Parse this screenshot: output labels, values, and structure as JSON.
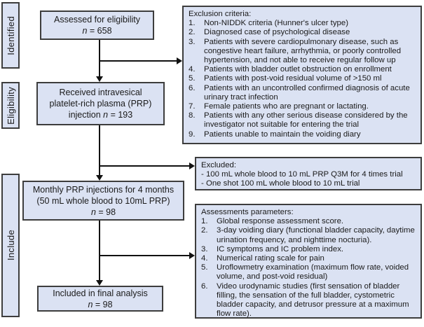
{
  "colors": {
    "background": "#ffffff",
    "box-fill": "#dbe2f3",
    "box-border": "#3d3d3d",
    "line-color": "#111111",
    "text-color": "#1a1a1a"
  },
  "stages": {
    "identified": "Identified",
    "eligibility": "Eligibility",
    "include": "Include"
  },
  "flow": {
    "assessed": {
      "line1": "Assessed for eligibility",
      "n": "n",
      "n_rest": " = 658"
    },
    "received": {
      "line1": "Received intravesical",
      "line2": "platelet-rich plasma (PRP)",
      "line3a": "injection ",
      "n": "n",
      "n_rest": " = 193"
    },
    "monthly": {
      "line1": "Monthly PRP injections for 4 months",
      "line2": "(50 mL whole blood to 10mL PRP)",
      "n": "n",
      "n_rest": " = 98"
    },
    "included": {
      "line1": "Included in final analysis",
      "n": "n",
      "n_rest": " = 98"
    }
  },
  "exclusion": {
    "title": "Exclusion criteria:",
    "items": [
      {
        "num": "1.",
        "text": "Non-NIDDK criteria (Hunner's ulcer type)"
      },
      {
        "num": "2.",
        "text": "Diagnosed case of psychological disease"
      },
      {
        "num": "3.",
        "text": "Patients with severe cardiopulmonary disease, such as congestive heart failure, arrhythmia, or poorly controlled hypertension, and not able to receive regular follow up"
      },
      {
        "num": "4.",
        "text": "Patients with bladder outlet obstruction on enrollment"
      },
      {
        "num": "5.",
        "text": "Patients with post-void residual volume of >150 ml"
      },
      {
        "num": "6.",
        "text": "Patients with an uncontrolled confirmed diagnosis of acute urinary tract infection"
      },
      {
        "num": "7.",
        "text": "Female patients who are pregnant or lactating."
      },
      {
        "num": "8.",
        "text": "Patients with any other serious disease considered by the investigator not suitable for entering the trial"
      },
      {
        "num": "9.",
        "text": "Patients unable to maintain the voiding diary"
      }
    ]
  },
  "excluded": {
    "title": "Excluded:",
    "items": [
      "- 100 mL whole blood to 10 mL PRP Q3M for 4 times trial",
      "- One shot 100 mL whole blood to 10 mL trial"
    ]
  },
  "assessments": {
    "title": "Assessments parameters:",
    "items": [
      {
        "num": "1.",
        "text": "Global response assessment score."
      },
      {
        "num": "2.",
        "text": "3-day voiding diary (functional bladder capacity, daytime urination frequency, and nighttime nocturia)."
      },
      {
        "num": "3.",
        "text": "IC symptoms and IC problem index."
      },
      {
        "num": "4.",
        "text": "Numerical rating scale for pain"
      },
      {
        "num": "5.",
        "text": "Uroflowmetry examination (maximum flow rate, voided volume, and post-void residual)"
      },
      {
        "num": "6.",
        "text": "Video urodynamic studies (first sensation of bladder filling, the sensation of the full bladder, cystometric bladder capacity, and detrusor pressure at a maximum flow rate)."
      }
    ]
  }
}
